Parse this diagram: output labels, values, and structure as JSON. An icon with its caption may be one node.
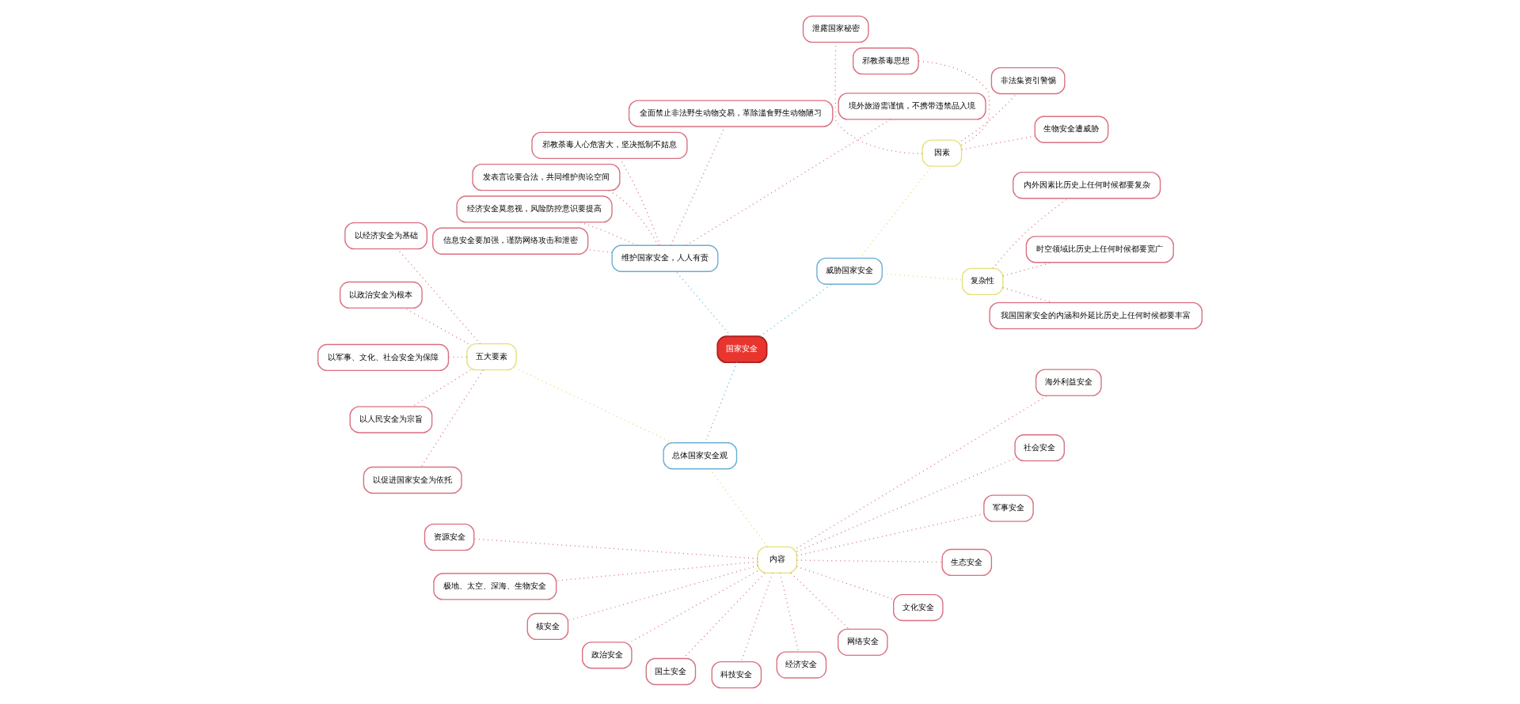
{
  "diagram": {
    "nodes": [
      {
        "text": [
          "国家安全"
        ]
      },
      {
        "text": [
          "威胁国家安全"
        ]
      },
      {
        "text": [
          "复杂性"
        ]
      },
      {
        "text": [
          "我国国家安全的内涵和外延比历史上任何时候都要丰富"
        ]
      },
      {
        "text": [
          "时空领域比历史上任何时候都要宽广"
        ]
      },
      {
        "text": [
          "内外因素比历史上任何时候都要复杂"
        ]
      },
      {
        "text": [
          "因素"
        ]
      },
      {
        "text": [
          "生物安全遭威胁"
        ]
      },
      {
        "text": [
          "非法集资引警惕"
        ]
      },
      {
        "text": [
          "邪教荼毒思想"
        ]
      },
      {
        "text": [
          "泄露国家秘密"
        ]
      },
      {
        "text": [
          "维护国家安全，人人有责"
        ]
      },
      {
        "text": [
          "境外旅游需谨慎，不携带违禁品入境"
        ]
      },
      {
        "text": [
          "全面禁止非法野生动物交易，革除滥食野生动物陋习"
        ]
      },
      {
        "text": [
          "邪教荼毒人心危害大，坚决抵制不姑息"
        ]
      },
      {
        "text": [
          "发表言论要合法，共同维护舆论空间"
        ]
      },
      {
        "text": [
          "经济安全莫忽视，风险防控意识要提高"
        ]
      },
      {
        "text": [
          "信息安全要加强，谨防网络攻击和泄密"
        ]
      },
      {
        "text": [
          "总体国家安全观"
        ]
      },
      {
        "text": [
          "五大要素"
        ]
      },
      {
        "text": [
          "以经济安全为基础"
        ]
      },
      {
        "text": [
          "以政治安全为根本"
        ]
      },
      {
        "text": [
          "以军事、文化、社会安全为保障"
        ]
      },
      {
        "text": [
          "以人民安全为宗旨"
        ]
      },
      {
        "text": [
          "以促进国家安全为依托"
        ]
      },
      {
        "text": [
          "内容"
        ]
      },
      {
        "text": [
          "资源安全"
        ]
      },
      {
        "text": [
          "极地、太空、深海、生物安全"
        ]
      },
      {
        "text": [
          "核安全"
        ]
      },
      {
        "text": [
          "政治安全"
        ]
      },
      {
        "text": [
          "国土安全"
        ]
      },
      {
        "text": [
          "科技安全"
        ]
      },
      {
        "text": [
          "经济安全"
        ]
      },
      {
        "text": [
          "网络安全"
        ]
      },
      {
        "text": [
          "文化安全"
        ]
      },
      {
        "text": [
          "生态安全"
        ]
      },
      {
        "text": [
          "军事安全"
        ]
      },
      {
        "text": [
          "社会安全"
        ]
      },
      {
        "text": [
          "海外利益安全"
        ]
      }
    ],
    "edges": [
      {
        "from": 0,
        "to": 1,
        "arrow": "none",
        "color": "#5bb5d8"
      },
      {
        "from": 1,
        "to": 2,
        "arrow": "none",
        "color": "#e8d26a"
      },
      {
        "from": 2,
        "to": 3,
        "arrow": "none"
      },
      {
        "from": 2,
        "to": 4,
        "arrow": "none"
      },
      {
        "from": 2,
        "to": 5,
        "arrow": "none"
      },
      {
        "from": 1,
        "to": 6,
        "arrow": "none",
        "color": "#e8d26a"
      },
      {
        "from": 6,
        "to": 7,
        "arrow": "none"
      },
      {
        "from": 6,
        "to": 8,
        "arrow": "none"
      },
      {
        "from": 6,
        "to": 9,
        "arrow": "none"
      },
      {
        "from": 6,
        "to": 10,
        "arrow": "none"
      },
      {
        "from": 0,
        "to": 11,
        "arrow": "none",
        "color": "#5bb5d8"
      },
      {
        "from": 11,
        "to": 12,
        "arrow": "none"
      },
      {
        "from": 11,
        "to": 13,
        "arrow": "none"
      },
      {
        "from": 11,
        "to": 14,
        "arrow": "none"
      },
      {
        "from": 11,
        "to": 15,
        "arrow": "none"
      },
      {
        "from": 11,
        "to": 16,
        "arrow": "none"
      },
      {
        "from": 11,
        "to": 17,
        "arrow": "none"
      },
      {
        "from": 0,
        "to": 18,
        "arrow": "none",
        "color": "#5bb5d8"
      },
      {
        "from": 18,
        "to": 19,
        "arrow": "none",
        "color": "#e8d26a"
      },
      {
        "from": 19,
        "to": 20,
        "arrow": "none"
      },
      {
        "from": 19,
        "to": 21,
        "arrow": "none"
      },
      {
        "from": 19,
        "to": 22,
        "arrow": "none"
      },
      {
        "from": 19,
        "to": 23,
        "arrow": "none"
      },
      {
        "from": 19,
        "to": 24,
        "arrow": "none"
      },
      {
        "from": 18,
        "to": 25,
        "arrow": "none",
        "color": "#e8d26a"
      },
      {
        "from": 25,
        "to": 26,
        "arrow": "none"
      },
      {
        "from": 25,
        "to": 27,
        "arrow": "none"
      },
      {
        "from": 25,
        "to": 28,
        "arrow": "none"
      },
      {
        "from": 25,
        "to": 29,
        "arrow": "none"
      },
      {
        "from": 25,
        "to": 30,
        "arrow": "none"
      },
      {
        "from": 25,
        "to": 31,
        "arrow": "none"
      },
      {
        "from": 25,
        "to": 32,
        "arrow": "none"
      },
      {
        "from": 25,
        "to": 33,
        "arrow": "none"
      },
      {
        "from": 25,
        "to": 34,
        "arrow": "none"
      },
      {
        "from": 25,
        "to": 35,
        "arrow": "none"
      },
      {
        "from": 25,
        "to": 36,
        "arrow": "none"
      },
      {
        "from": 25,
        "to": 37,
        "arrow": "none"
      },
      {
        "from": 25,
        "to": 38,
        "arrow": "none"
      }
    ]
  }
}
